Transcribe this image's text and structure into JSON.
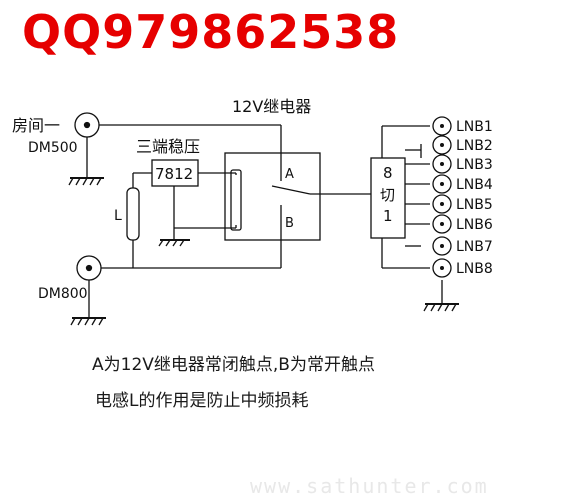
{
  "title": "QQ979862538",
  "labels": {
    "room_in": "房间一",
    "dm500": "DM500",
    "dm800": "DM800",
    "regulator": "三端稳压",
    "regulator_part": "7812",
    "relay": "12V继电器",
    "contact_a": "A",
    "contact_b": "B",
    "inductor": "L",
    "switch_top": "8",
    "switch_mid": "切",
    "switch_bot": "1"
  },
  "lnb_outputs": [
    "LNB1",
    "LNB2",
    "LNB3",
    "LNB4",
    "LNB5",
    "LNB6",
    "LNB7",
    "LNB8"
  ],
  "notes": {
    "line1": "A为12V继电器常闭触点,B为常开触点",
    "line2": "电感L的作用是防止中频损耗"
  },
  "watermark": "www.sathunter.com",
  "colors": {
    "title": "#e60000",
    "wire": "#111111"
  }
}
